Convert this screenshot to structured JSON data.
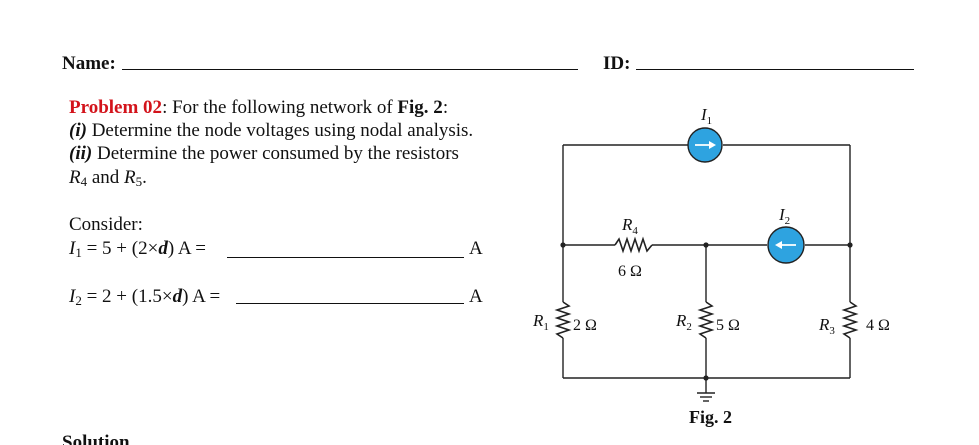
{
  "header": {
    "name_label": "Name:",
    "id_label": "ID:"
  },
  "problem": {
    "title": "Problem 02",
    "intro": ": For the following network of ",
    "fig_ref": "Fig. 2",
    "colon": ":",
    "part_i_label": "(i)",
    "part_i_text": " Determine the node voltages using nodal analysis.",
    "part_ii_label": "(ii)",
    "part_ii_text": " Determine the power consumed by the resistors",
    "resistors_line": {
      "r": "R",
      "r4_sub": "4",
      "and": " and ",
      "r5_sub": "5",
      "end": "."
    }
  },
  "consider": {
    "label": "Consider:",
    "eq1": {
      "var": "I",
      "sub": "1",
      "pre": " =  5 + (2×",
      "d": "d",
      "post": ") A = ",
      "unit": "A"
    },
    "eq2": {
      "var": "I",
      "sub": "2",
      "pre": " =  2 + (1.5×",
      "d": "d",
      "post": ") A = ",
      "unit": "A"
    }
  },
  "figure": {
    "caption": "Fig. 2",
    "accent_color": "#2ea3e0",
    "sources": [
      {
        "name": "I",
        "sub": "1"
      },
      {
        "name": "I",
        "sub": "2"
      }
    ],
    "resistors": [
      {
        "name": "R",
        "sub": "4",
        "value": "6 Ω"
      },
      {
        "name": "R",
        "sub": "1",
        "value": "2 Ω"
      },
      {
        "name": "R",
        "sub": "2",
        "value": "5 Ω"
      },
      {
        "name": "R",
        "sub": "3",
        "value": "4 Ω"
      }
    ]
  },
  "footer": {
    "partial_heading": "Solution"
  }
}
